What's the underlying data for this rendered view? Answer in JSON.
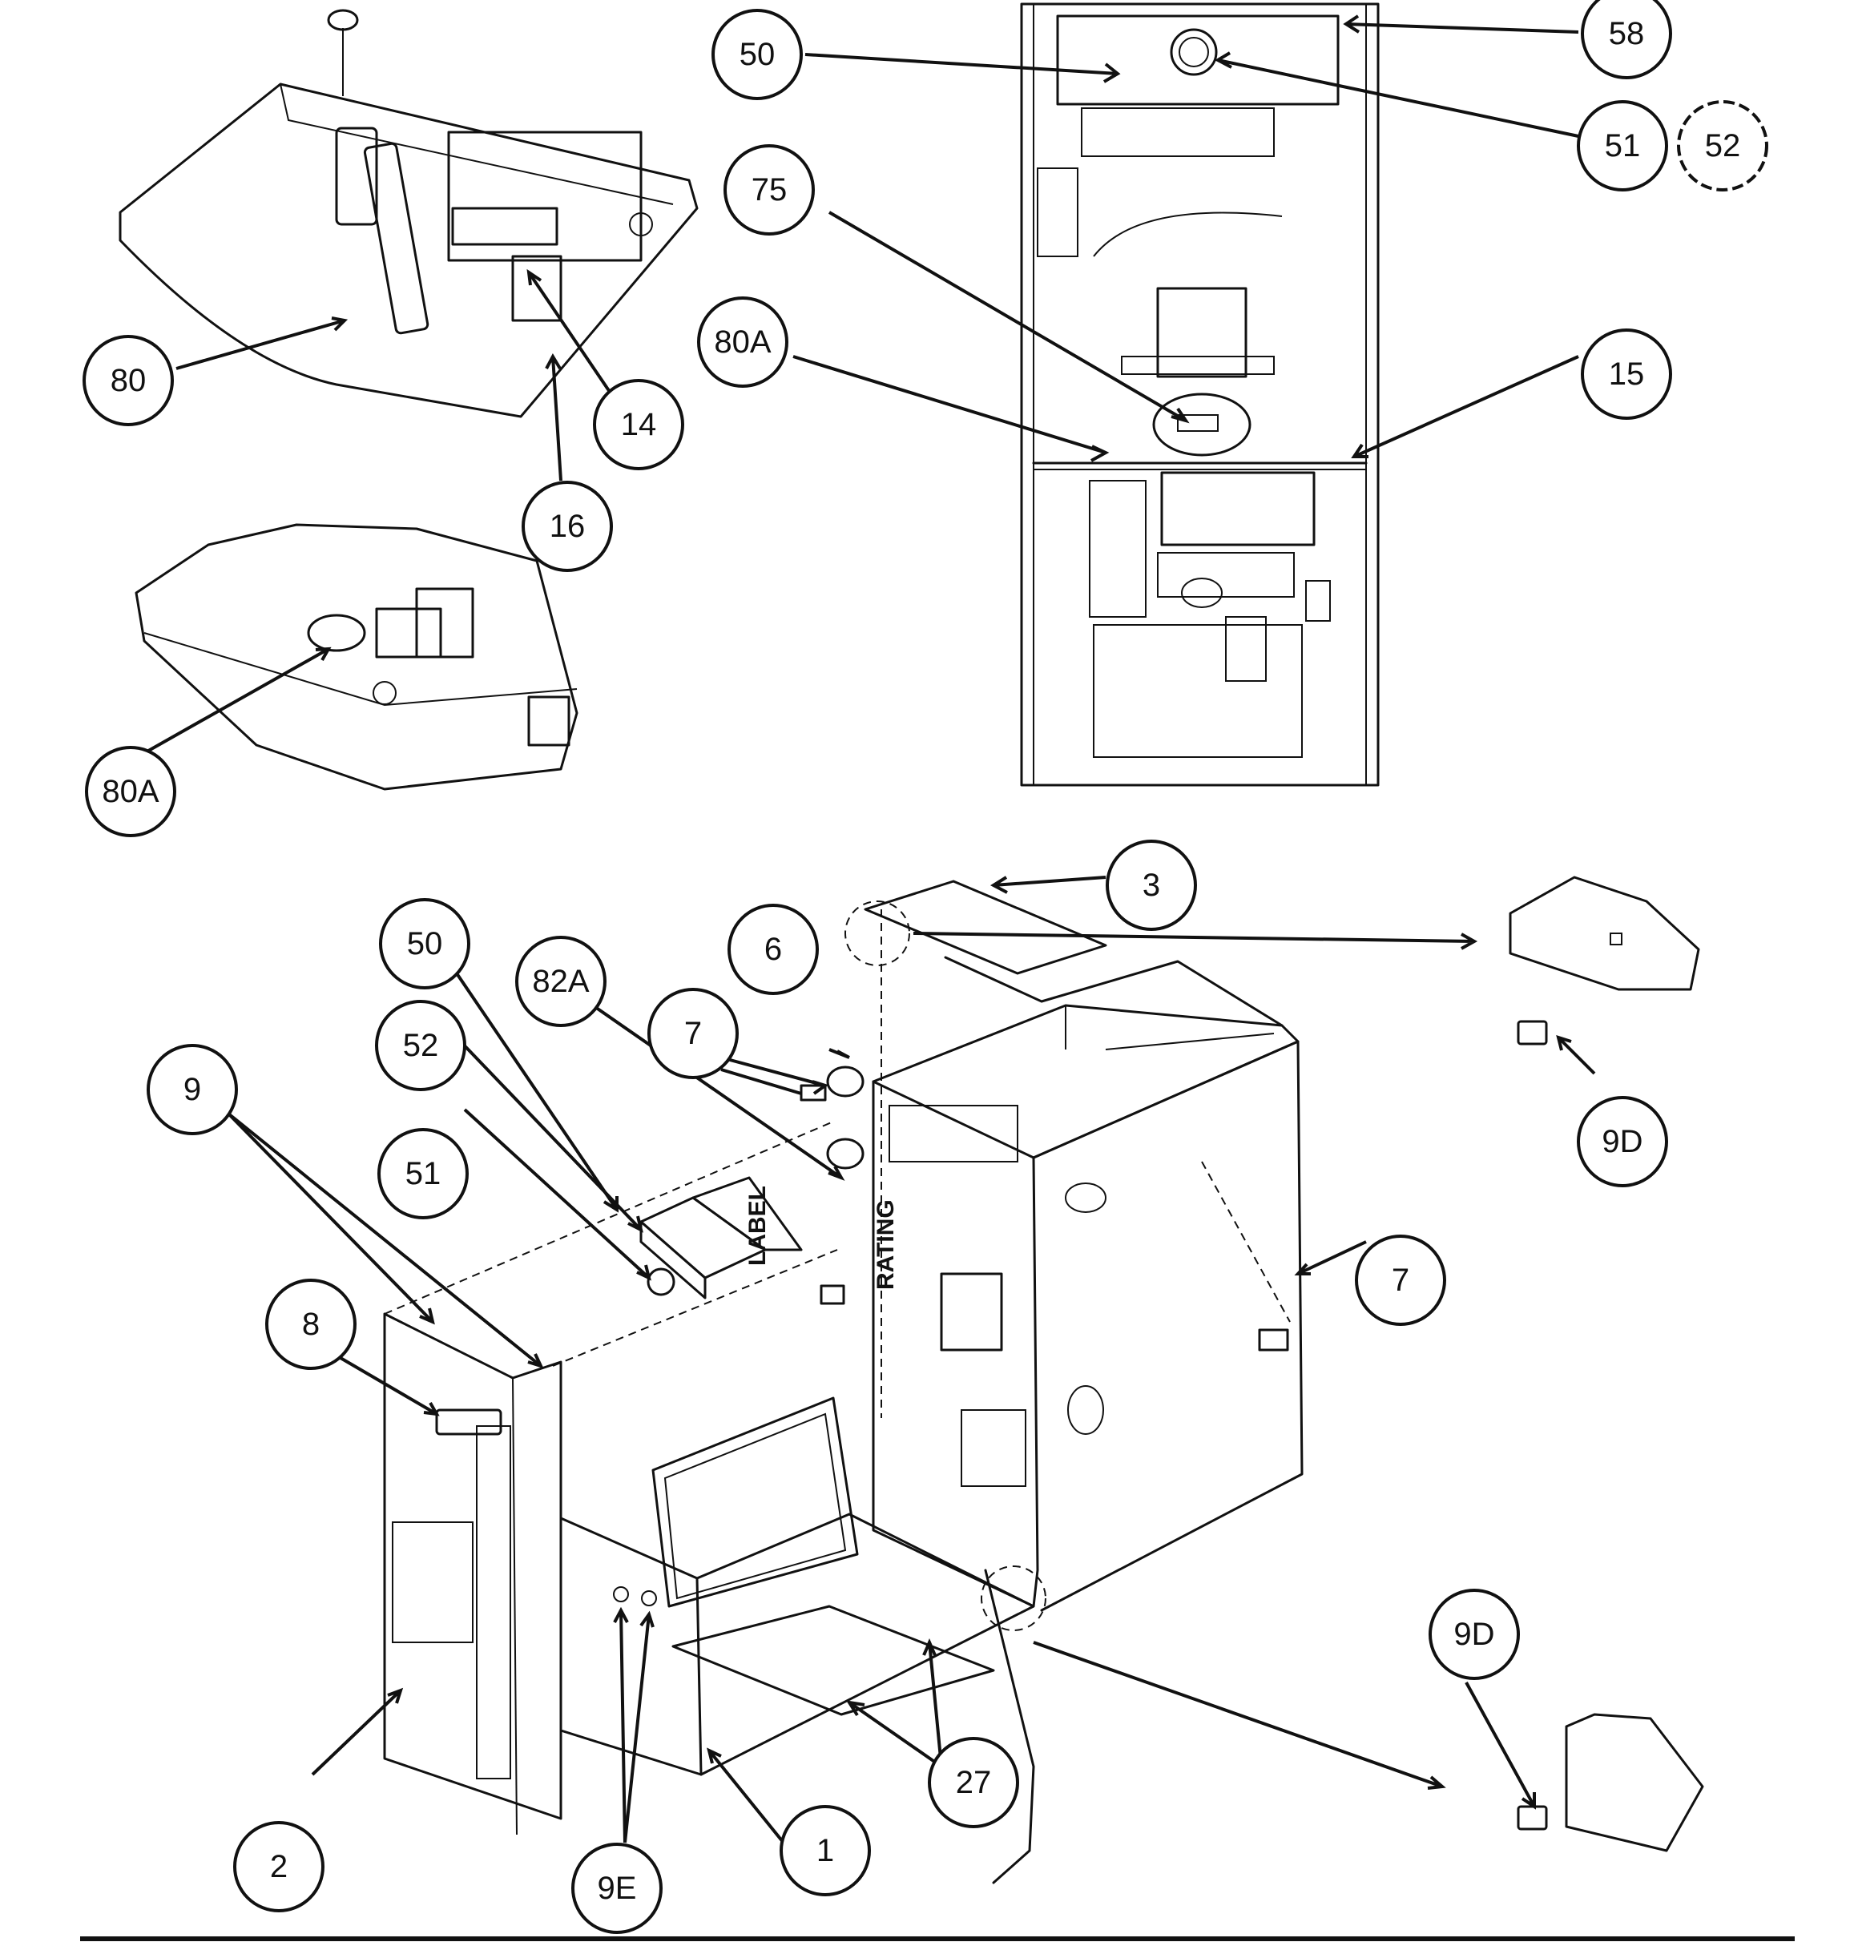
{
  "callouts": [
    {
      "id": "c50_top",
      "label": "50"
    },
    {
      "id": "c58",
      "label": "58"
    },
    {
      "id": "c51_top",
      "label": "51"
    },
    {
      "id": "c52_top",
      "label": "52"
    },
    {
      "id": "c75",
      "label": "75"
    },
    {
      "id": "c80A_top",
      "label": "80A"
    },
    {
      "id": "c15",
      "label": "15"
    },
    {
      "id": "c80",
      "label": "80"
    },
    {
      "id": "c14",
      "label": "14"
    },
    {
      "id": "c16",
      "label": "16"
    },
    {
      "id": "c80A_left",
      "label": "80A"
    },
    {
      "id": "c3",
      "label": "3"
    },
    {
      "id": "c50_mid",
      "label": "50"
    },
    {
      "id": "c82A",
      "label": "82A"
    },
    {
      "id": "c6",
      "label": "6"
    },
    {
      "id": "c7_top",
      "label": "7"
    },
    {
      "id": "c52_mid",
      "label": "52"
    },
    {
      "id": "c9",
      "label": "9"
    },
    {
      "id": "c51_mid",
      "label": "51"
    },
    {
      "id": "c9D_top",
      "label": "9D"
    },
    {
      "id": "c7_right",
      "label": "7"
    },
    {
      "id": "c8",
      "label": "8"
    },
    {
      "id": "c9D_bottom",
      "label": "9D"
    },
    {
      "id": "c27",
      "label": "27"
    },
    {
      "id": "c2",
      "label": "2"
    },
    {
      "id": "c9E",
      "label": "9E"
    },
    {
      "id": "c1",
      "label": "1"
    }
  ],
  "panel_labels": {
    "label": "LABEL",
    "rating": "RATING"
  }
}
